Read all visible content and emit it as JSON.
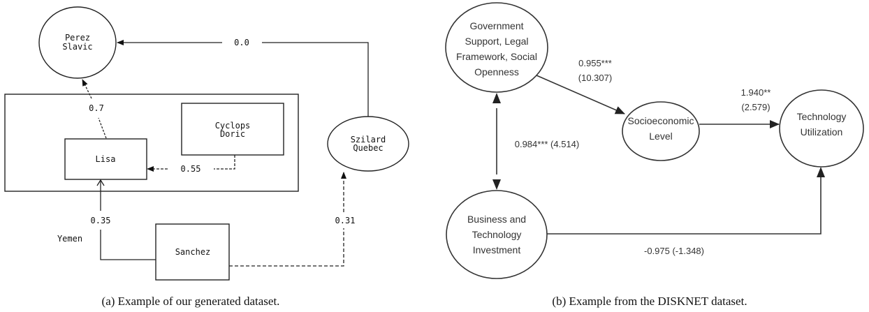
{
  "figure_a": {
    "caption": "(a) Example of our generated dataset.",
    "nodes": {
      "perez": {
        "line1": "Perez",
        "line2": "Slavic",
        "shape": "circle"
      },
      "lisa": {
        "label": "Lisa",
        "shape": "rectangle"
      },
      "cyclops": {
        "line1": "Cyclops",
        "line2": "Doric",
        "shape": "rectangle"
      },
      "szilard": {
        "line1": "Szilard",
        "line2": "Quebec",
        "shape": "ellipse"
      },
      "sanchez": {
        "label": "Sanchez",
        "shape": "rectangle"
      }
    },
    "edges": [
      {
        "from": "Szilard Quebec",
        "to": "Perez Slavic",
        "label": "0.0",
        "style": "solid"
      },
      {
        "from": "Lisa",
        "to": "Perez Slavic",
        "label": "0.7",
        "style": "dashed"
      },
      {
        "from": "Cyclops Doric",
        "to": "Lisa",
        "label": "0.55",
        "style": "dashed"
      },
      {
        "from": "Sanchez",
        "to": "Lisa",
        "label": "0.35",
        "style": "solid"
      },
      {
        "from": "Sanchez",
        "to": "Szilard Quebec",
        "label": "0.31",
        "style": "dashed"
      }
    ],
    "annotation": "Yemen"
  },
  "figure_b": {
    "caption": "(b) Example from the DISKNET dataset.",
    "nodes": {
      "gov": {
        "lines": [
          "Government",
          "Support, Legal",
          "Framework, Social",
          "Openness"
        ]
      },
      "socio": {
        "lines": [
          "Socioeconomic",
          "Level"
        ]
      },
      "tech": {
        "lines": [
          "Technology",
          "Utilization"
        ]
      },
      "biz": {
        "lines": [
          "Business and",
          "Technology",
          "Investment"
        ]
      }
    },
    "edges": [
      {
        "from": "Government Support, Legal Framework, Social Openness",
        "to": "Socioeconomic Level",
        "coef": "0.955***",
        "t": "(10.307)"
      },
      {
        "from": "Socioeconomic Level",
        "to": "Technology Utilization",
        "coef": "1.940**",
        "t": "(2.579)"
      },
      {
        "from": "Government Support, Legal Framework, Social Openness",
        "to": "Business and Technology Investment",
        "label": "0.984*** (4.514)",
        "bidirectional": true
      },
      {
        "from": "Business and Technology Investment",
        "to": "Technology Utilization",
        "label": "-0.975 (-1.348)"
      }
    ]
  }
}
